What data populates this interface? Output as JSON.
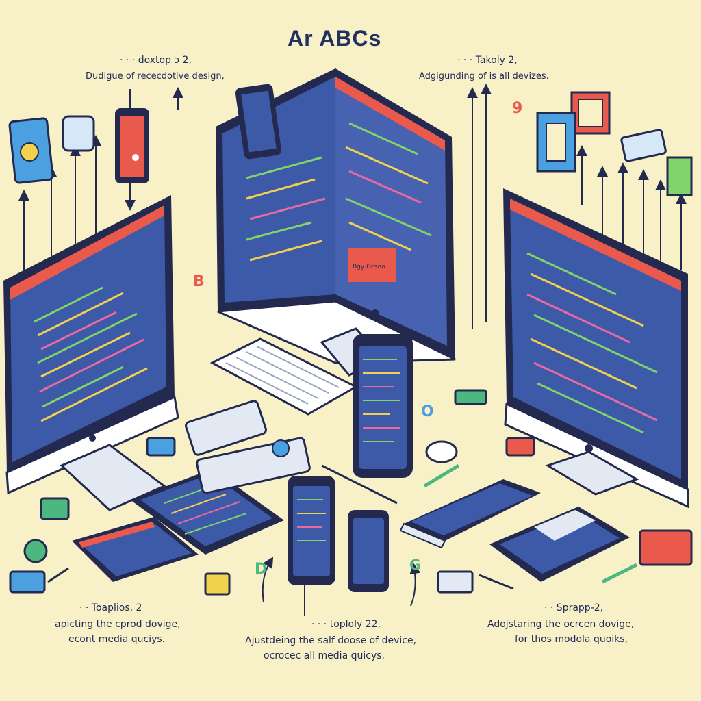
{
  "title": "Ar ABCs",
  "captions": {
    "top_left": {
      "line1": "· · · doxtop ɔ 2,",
      "line2": "Dudigue of rececdotive design,"
    },
    "top_right": {
      "line1": "· · · Takoly 2,",
      "line2": "Adgigunding of is all devizes."
    },
    "bottom_left": {
      "line1": "· · Toaplios,  2",
      "line2": "apicting the cprod dovige,",
      "line3": "econt media quciys."
    },
    "bottom_center": {
      "line1": "· · · toploly 22,",
      "line2": "Ajustdeing the salf doose of device,",
      "line3": "ocrocec all media quicys."
    },
    "bottom_right": {
      "line1": "· · Sprapp-2,",
      "line2": "Adojstaring the ocrcen dovige,",
      "line3": "for thos modola quoiks,"
    }
  },
  "screen_labels": {
    "center_button": "Bgy Gcsoo",
    "left_tab": "G"
  },
  "palette": {
    "background": "#f8f0c6",
    "bezel": "#23294f",
    "screen": "#3d5aa8",
    "accent_red": "#ea5a4c",
    "code_green": "#7fd46a",
    "code_yellow": "#f2d14e",
    "code_pink": "#e96aa0",
    "arrow": "#23294f"
  }
}
